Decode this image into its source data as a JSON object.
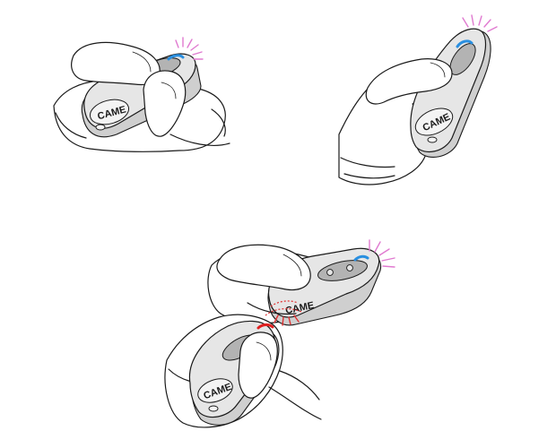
{
  "brand": "CAME",
  "colors": {
    "background": "#ffffff",
    "line": "#1a1a1a",
    "remote_body": "#e6e6e6",
    "signal_transmit": "#e07ad0",
    "signal_receive": "#e03030",
    "led_blue": "#2a8fe0",
    "led_red": "#e02020"
  },
  "panels": [
    {
      "id": "press-two-fingers",
      "led": "blue",
      "signal": "transmit"
    },
    {
      "id": "press-thumb",
      "led": "blue",
      "signal": "transmit"
    },
    {
      "id": "copy-between-remotes",
      "led_top": "blue",
      "led_bottom": "red",
      "signal": "transmit-and-receive"
    }
  ]
}
